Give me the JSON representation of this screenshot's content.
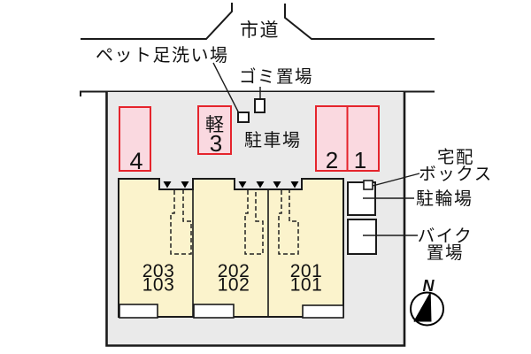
{
  "road": {
    "label": "市道"
  },
  "annotations": {
    "pet_wash": "ペット足洗い場",
    "garbage": "ゴミ置場",
    "parking": "駐車場",
    "delivery_line1": "宅配",
    "delivery_line2": "ボックス",
    "bicycle_parking": "駐輪場",
    "bike_line1": "バイク",
    "bike_line2": "置場",
    "north": "N"
  },
  "parking_spots": {
    "spot4": "4",
    "kei": "軽",
    "spot3": "3",
    "spot2": "2",
    "spot1": "1"
  },
  "units": [
    {
      "upper": "203",
      "lower": "103"
    },
    {
      "upper": "202",
      "lower": "102"
    },
    {
      "upper": "201",
      "lower": "101"
    }
  ],
  "colors": {
    "site_fill": "#EAEAEA",
    "building_fill": "#FBF3CC",
    "spot_fill": "#FAD9E0",
    "spot_border": "#E5242C",
    "line": "#1A1A1A"
  }
}
